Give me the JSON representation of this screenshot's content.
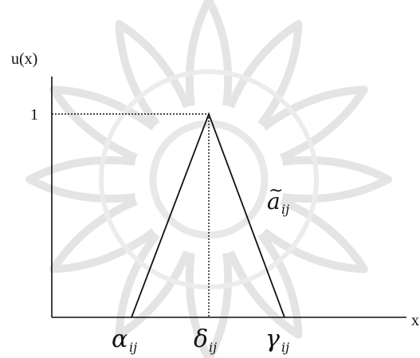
{
  "diagram": {
    "y_axis_label": "u(x)",
    "x_axis_label": "x",
    "y_tick_label": "1",
    "left_point": {
      "symbol": "α",
      "subscript": "ij"
    },
    "peak_point": {
      "symbol": "δ",
      "subscript": "ij"
    },
    "right_point": {
      "symbol": "γ",
      "subscript": "ij"
    },
    "fuzzy_number": {
      "symbol": "a",
      "accent": "~",
      "subscript": "ij"
    }
  },
  "colors": {
    "line": "#111111",
    "watermark": "#cfcfcf",
    "background": "#ffffff"
  }
}
